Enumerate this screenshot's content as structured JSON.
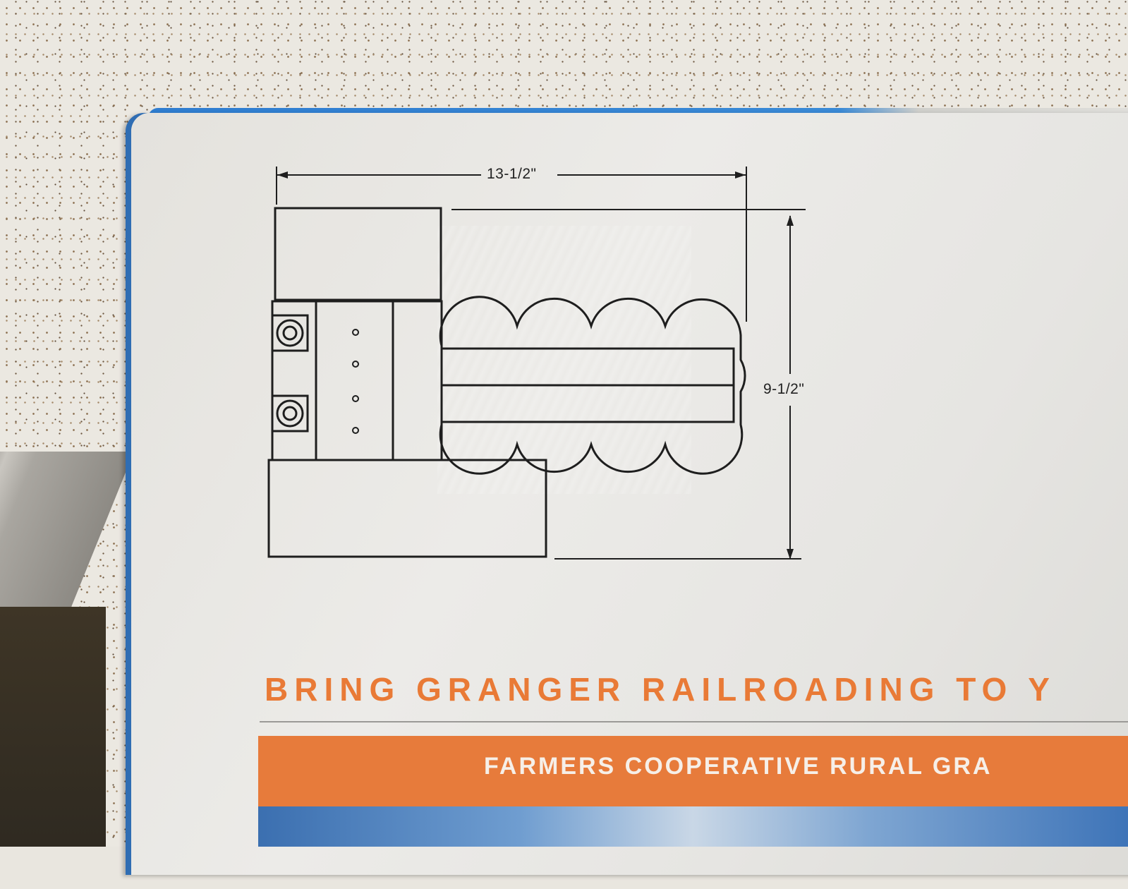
{
  "photo": {
    "subject": "box",
    "dimensions": {
      "width_label": "13-1/2\"",
      "height_label": "9-1/2\""
    },
    "headline": "BRING GRANGER RAILROADING TO Y",
    "banner": "FARMERS COOPERATIVE RURAL GRA",
    "colors": {
      "accent_orange": "#e77b3b",
      "box_blue": "#2f7dd0",
      "line": "#1e1e1e"
    }
  }
}
